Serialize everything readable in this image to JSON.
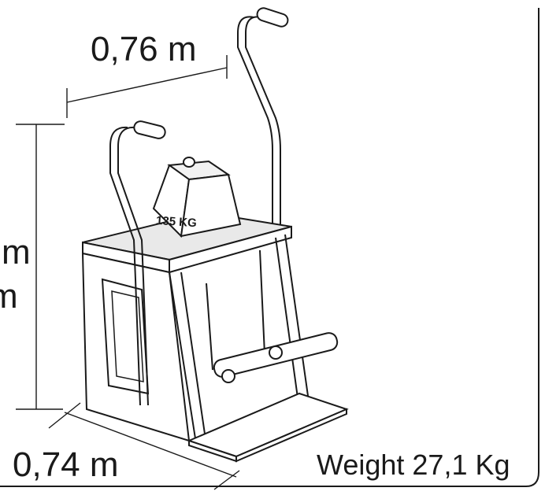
{
  "dimensions": {
    "top_width": "0,76 m",
    "height_fragment_top": "m",
    "height_fragment_bottom": "m",
    "bottom_depth": "0,74 m"
  },
  "weight_block": {
    "label": "135 KG"
  },
  "footer": {
    "weight": "Weight 27,1 Kg"
  },
  "colors": {
    "line": "#1a1a1a",
    "frame_fill": "#ffffff",
    "seat_fill": "#e9e9e9",
    "weight_fill": "#f2f2f2"
  },
  "icons": [
    "weight-block-icon",
    "pilates-chair-illustration"
  ]
}
